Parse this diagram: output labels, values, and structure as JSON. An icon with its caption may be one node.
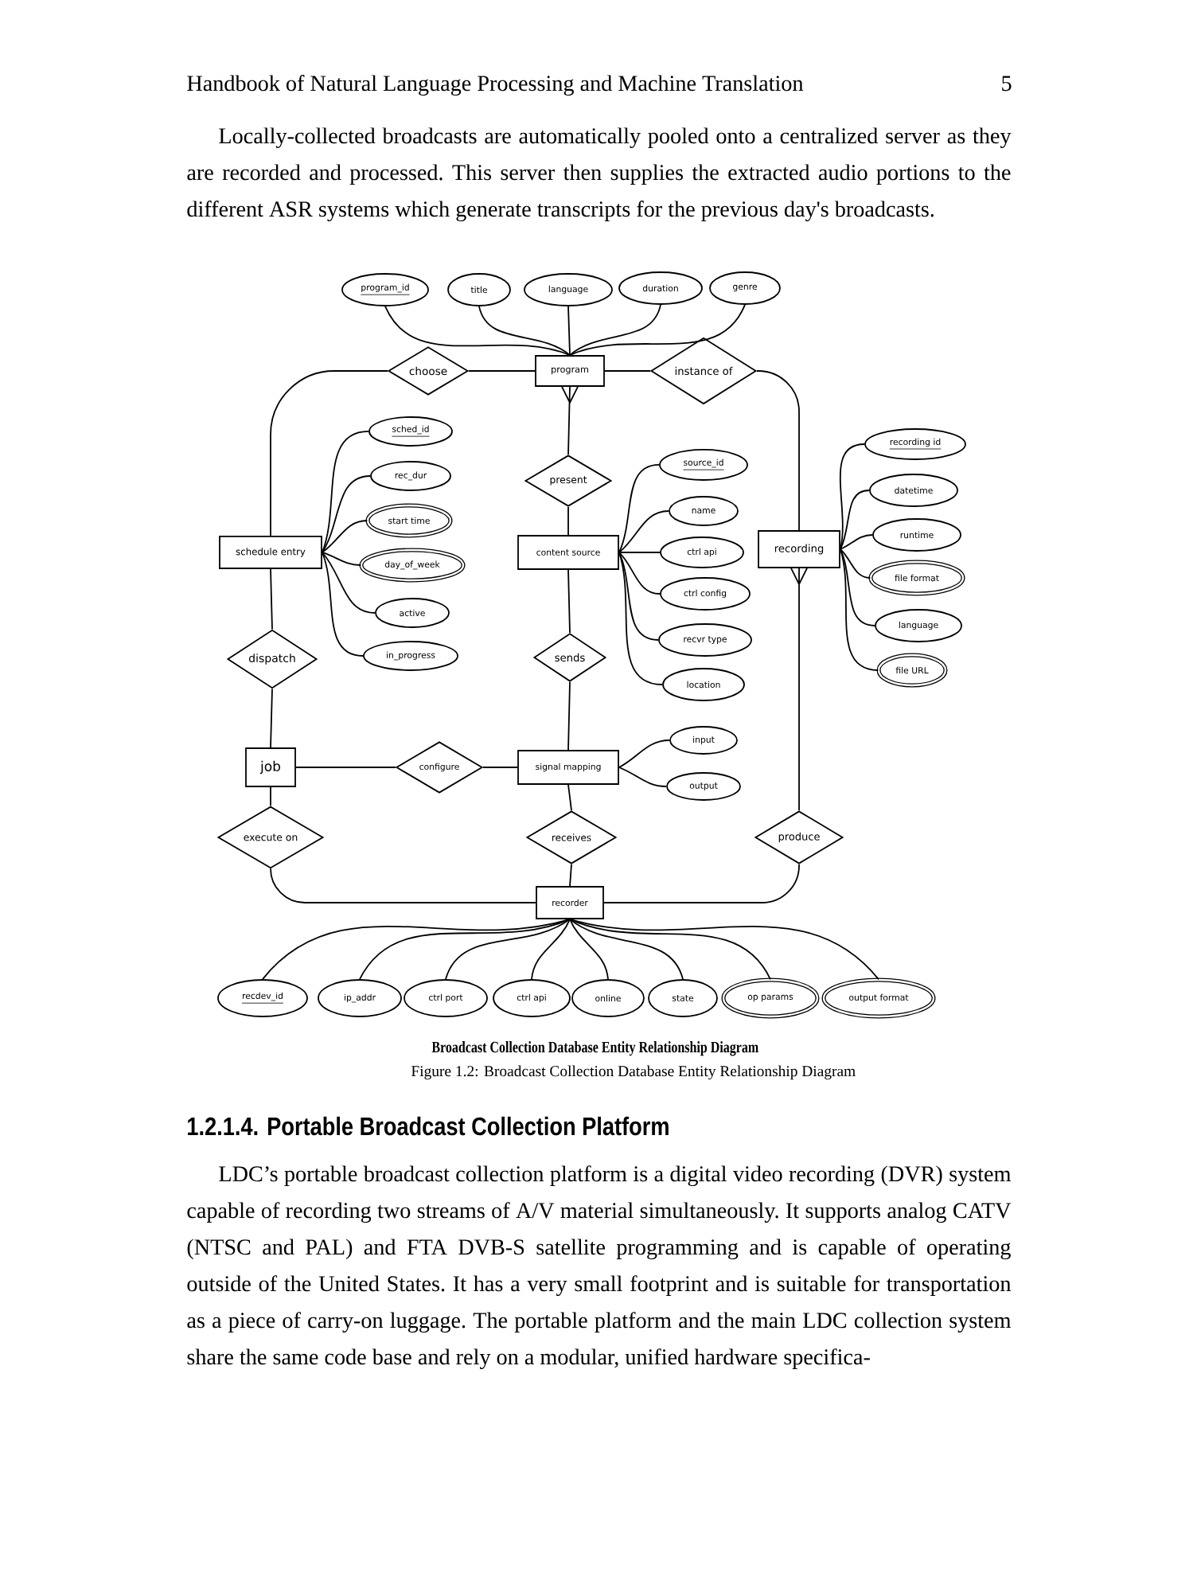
{
  "diagram": {
    "title": "Broadcast Collection Database Entity Relationship Diagram",
    "caption": "Figure 1.2: Broadcast Collection Database Entity Relationship Diagram",
    "nodes": [
      {
        "text": [
          "program_id"
        ]
      },
      {
        "text": [
          "title"
        ]
      },
      {
        "text": [
          "language"
        ]
      },
      {
        "text": [
          "duration"
        ]
      },
      {
        "text": [
          "genre"
        ]
      },
      {
        "text": [
          "choose"
        ]
      },
      {
        "text": [
          "program"
        ]
      },
      {
        "text": [
          "instance of"
        ]
      },
      {
        "text": [
          "present"
        ]
      },
      {
        "text": [
          "schedule entry"
        ]
      },
      {
        "text": [
          "content source"
        ]
      },
      {
        "text": [
          "recording"
        ]
      },
      {
        "text": [
          "sched_id"
        ]
      },
      {
        "text": [
          "rec_dur"
        ]
      },
      {
        "text": [
          "start time"
        ]
      },
      {
        "text": [
          "day_of_week"
        ]
      },
      {
        "text": [
          "active"
        ]
      },
      {
        "text": [
          "in_progress"
        ]
      },
      {
        "text": [
          "source_id"
        ]
      },
      {
        "text": [
          "name"
        ]
      },
      {
        "text": [
          "ctrl api"
        ]
      },
      {
        "text": [
          "ctrl config"
        ]
      },
      {
        "text": [
          "recvr type"
        ]
      },
      {
        "text": [
          "location"
        ]
      },
      {
        "text": [
          "recording id"
        ]
      },
      {
        "text": [
          "datetime"
        ]
      },
      {
        "text": [
          "runtime"
        ]
      },
      {
        "text": [
          "file format"
        ]
      },
      {
        "text": [
          "language"
        ]
      },
      {
        "text": [
          "file URL"
        ]
      },
      {
        "text": [
          "dispatch"
        ]
      },
      {
        "text": [
          "sends"
        ]
      },
      {
        "text": [
          "job"
        ]
      },
      {
        "text": [
          "configure"
        ]
      },
      {
        "text": [
          "signal mapping"
        ]
      },
      {
        "text": [
          "input"
        ]
      },
      {
        "text": [
          "output"
        ]
      },
      {
        "text": [
          "execute on"
        ]
      },
      {
        "text": [
          "receives"
        ]
      },
      {
        "text": [
          "produce"
        ]
      },
      {
        "text": [
          "recorder"
        ]
      },
      {
        "text": [
          "recdev_id"
        ]
      },
      {
        "text": [
          "ip_addr"
        ]
      },
      {
        "text": [
          "ctrl port"
        ]
      },
      {
        "text": [
          "ctrl api"
        ]
      },
      {
        "text": [
          "online"
        ]
      },
      {
        "text": [
          "state"
        ]
      },
      {
        "text": [
          "op params"
        ]
      },
      {
        "text": [
          "output format"
        ]
      }
    ],
    "edges": [
      {
        "from": 6,
        "to": 0,
        "arrow": "none"
      },
      {
        "from": 6,
        "to": 1,
        "arrow": "none"
      },
      {
        "from": 6,
        "to": 2,
        "arrow": "none"
      },
      {
        "from": 6,
        "to": 3,
        "arrow": "none"
      },
      {
        "from": 6,
        "to": 4,
        "arrow": "none"
      },
      {
        "from": 9,
        "to": 5,
        "arrow": "none"
      },
      {
        "from": 5,
        "to": 6,
        "arrow": "none"
      },
      {
        "from": 6,
        "to": 7,
        "arrow": "none"
      },
      {
        "from": 7,
        "to": 11,
        "arrow": "none"
      },
      {
        "from": 6,
        "to": 8,
        "arrow": "other"
      },
      {
        "from": 8,
        "to": 10,
        "arrow": "none"
      },
      {
        "from": 9,
        "to": 12,
        "arrow": "none"
      },
      {
        "from": 9,
        "to": 13,
        "arrow": "none"
      },
      {
        "from": 9,
        "to": 14,
        "arrow": "none"
      },
      {
        "from": 9,
        "to": 15,
        "arrow": "none"
      },
      {
        "from": 9,
        "to": 16,
        "arrow": "none"
      },
      {
        "from": 9,
        "to": 17,
        "arrow": "none"
      },
      {
        "from": 10,
        "to": 18,
        "arrow": "none"
      },
      {
        "from": 10,
        "to": 19,
        "arrow": "none"
      },
      {
        "from": 10,
        "to": 20,
        "arrow": "none"
      },
      {
        "from": 10,
        "to": 21,
        "arrow": "none"
      },
      {
        "from": 10,
        "to": 22,
        "arrow": "none"
      },
      {
        "from": 10,
        "to": 23,
        "arrow": "none"
      },
      {
        "from": 11,
        "to": 24,
        "arrow": "none"
      },
      {
        "from": 11,
        "to": 25,
        "arrow": "none"
      },
      {
        "from": 11,
        "to": 26,
        "arrow": "none"
      },
      {
        "from": 11,
        "to": 27,
        "arrow": "none"
      },
      {
        "from": 11,
        "to": 28,
        "arrow": "none"
      },
      {
        "from": 11,
        "to": 29,
        "arrow": "none"
      },
      {
        "from": 9,
        "to": 30,
        "arrow": "none"
      },
      {
        "from": 30,
        "to": 32,
        "arrow": "none"
      },
      {
        "from": 10,
        "to": 31,
        "arrow": "none"
      },
      {
        "from": 31,
        "to": 34,
        "arrow": "none"
      },
      {
        "from": 32,
        "to": 33,
        "arrow": "none"
      },
      {
        "from": 33,
        "to": 34,
        "arrow": "none"
      },
      {
        "from": 34,
        "to": 35,
        "arrow": "none"
      },
      {
        "from": 34,
        "to": 36,
        "arrow": "none"
      },
      {
        "from": 32,
        "to": 37,
        "arrow": "none"
      },
      {
        "from": 37,
        "to": 40,
        "arrow": "none"
      },
      {
        "from": 34,
        "to": 38,
        "arrow": "none"
      },
      {
        "from": 38,
        "to": 40,
        "arrow": "none"
      },
      {
        "from": 11,
        "to": 39,
        "arrow": "other"
      },
      {
        "from": 39,
        "to": 40,
        "arrow": "none"
      },
      {
        "from": 40,
        "to": 41,
        "arrow": "none"
      },
      {
        "from": 40,
        "to": 42,
        "arrow": "none"
      },
      {
        "from": 40,
        "to": 43,
        "arrow": "none"
      },
      {
        "from": 40,
        "to": 44,
        "arrow": "none"
      },
      {
        "from": 40,
        "to": 45,
        "arrow": "none"
      },
      {
        "from": 40,
        "to": 46,
        "arrow": "none"
      },
      {
        "from": 40,
        "to": 47,
        "arrow": "none"
      },
      {
        "from": 40,
        "to": 48,
        "arrow": "none"
      }
    ],
    "labels": [
      "Handbook of Natural Language Processing and Machine Translation",
      "5",
      "Locally-collected broadcasts are automatically pooled onto a centralized server as they are recorded and processed. This server then supplies the extracted audio portions to the different ASR systems which generate transcripts for the previous day's broadcasts.",
      "1.2.1.4. Portable Broadcast Collection Platform",
      "LDC’s portable broadcast collection platform is a digital video recording (DVR) system capable of recording two streams of A/V material simultaneously. It supports analog CATV (NTSC and PAL) and FTA DVB-S satellite programming and is capable of operating outside of the United States. It has a very small footprint and is suitable for transportation as a piece of carry-on luggage. The portable platform and the main LDC collection system share the same code base and rely on a modular, unified hardware specifica-"
    ]
  }
}
